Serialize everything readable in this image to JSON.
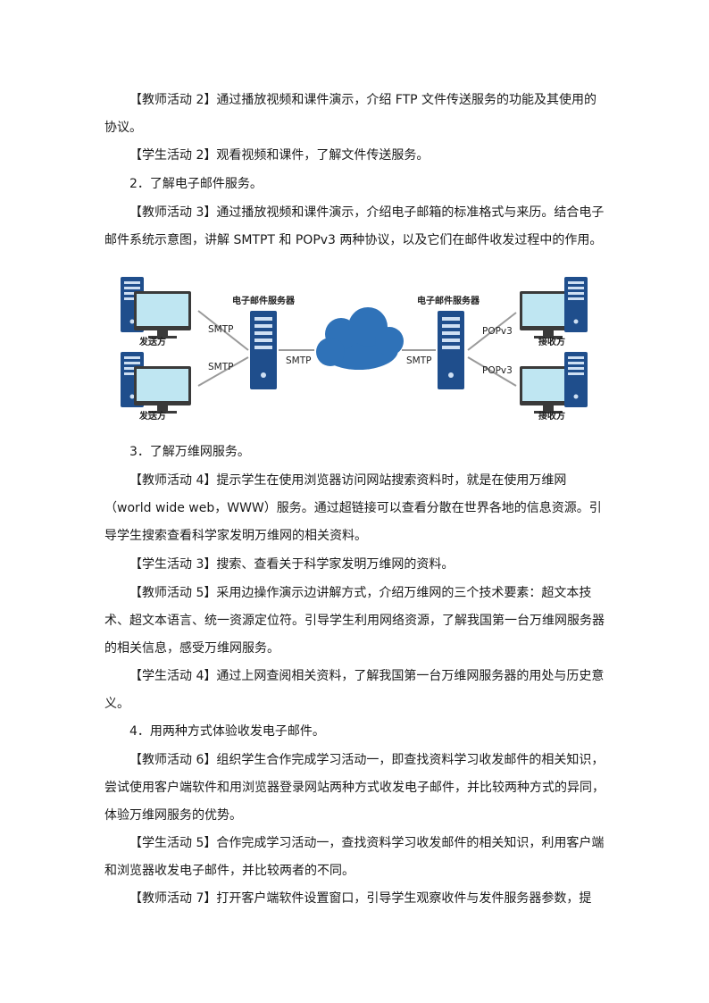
{
  "paragraphs": {
    "p1": "【教师活动 2】通过播放视频和课件演示，介绍 FTP 文件传送服务的功能及其使用的协议。",
    "p2": "【学生活动 2】观看视频和课件，了解文件传送服务。",
    "p3": "2．了解电子邮件服务。",
    "p4": "【教师活动 3】通过播放视频和课件演示，介绍电子邮箱的标准格式与来历。结合电子邮件系统示意图，讲解 SMTPT 和 POPv3 两种协议，以及它们在邮件收发过程中的作用。",
    "p5": "3．了解万维网服务。",
    "p6": "【教师活动 4】提示学生在使用浏览器访问网站搜索资料时，就是在使用万维网（world wide web，WWW）服务。通过超链接可以查看分散在世界各地的信息资源。引导学生搜索查看科学家发明万维网的相关资料。",
    "p7": "【学生活动 3】搜索、查看关于科学家发明万维网的资料。",
    "p8": "【教师活动 5】采用边操作演示边讲解方式，介绍万维网的三个技术要素：超文本技术、超文本语言、统一资源定位符。引导学生利用网络资源，了解我国第一台万维网服务器的相关信息，感受万维网服务。",
    "p9": "【学生活动 4】通过上网查阅相关资料，了解我国第一台万维网服务器的用处与历史意义。",
    "p10": "4．用两种方式体验收发电子邮件。",
    "p11": "【教师活动 6】组织学生合作完成学习活动一，即查找资料学习收发邮件的相关知识，尝试使用客户端软件和用浏览器登录网站两种方式收发电子邮件，并比较两种方式的异同，体验万维网服务的优势。",
    "p12": "【学生活动 5】合作完成学习活动一，查找资料学习收发邮件的相关知识，利用客户端和浏览器收发电子邮件，并比较两者的不同。",
    "p13": "【教师活动 7】打开客户端软件设置窗口，引导学生观察收件与发件服务器参数，提"
  },
  "diagram": {
    "sender_label": "发送方",
    "receiver_label": "接收方",
    "server_label": "电子邮件服务器",
    "smtp": "SMTP",
    "popv3": "POPv3",
    "colors": {
      "tower": "#1f4e8c",
      "monitor_frame": "#3a3a3a",
      "screen": "#bfe6f2",
      "cloud": "#2f72b8",
      "line": "#9a9a9a"
    }
  }
}
